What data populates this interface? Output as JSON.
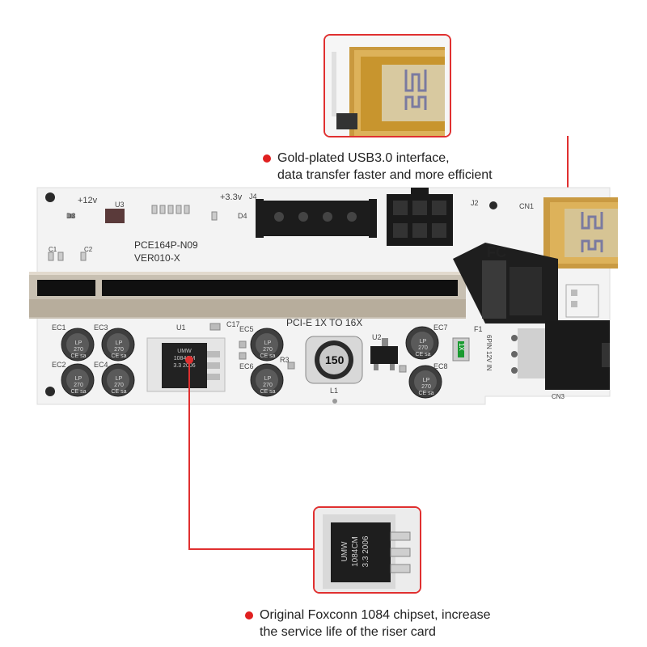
{
  "callouts": {
    "usb": {
      "line1": "Gold-plated USB3.0 interface,",
      "line2": "data transfer faster and more efficient"
    },
    "chip": {
      "line1": "Original Foxconn 1084 chipset, increase",
      "line2": "the service life of the riser card"
    }
  },
  "board": {
    "model": "PCE164P-N09",
    "version": "VER010-X",
    "pcie_label": "PCI-E 1X TO 16X",
    "v12": "+12v",
    "v33": "+3.3v",
    "d3": "D3",
    "u3": "U3",
    "d4": "D4",
    "j4": "J4",
    "j2": "J2",
    "cn1": "CN1",
    "cn3": "CN3",
    "c1": "C1",
    "c2": "C2",
    "u1": "U1",
    "u2": "U2",
    "c17": "C17",
    "l1": "L1",
    "r3": "R3",
    "f1": "F1",
    "ec1": "EC1",
    "ec2": "EC2",
    "ec3": "EC3",
    "ec4": "EC4",
    "ec5": "EC5",
    "ec6": "EC6",
    "ec7": "EC7",
    "ec8": "EC8",
    "inductor": "150",
    "pin6": "6PIN 12V IN",
    "fuse": "1X",
    "cap_text": "LP 270 CE sa"
  },
  "chip": {
    "brand": "UMW",
    "part": "1084CM",
    "spec": "3.3 2006"
  },
  "colors": {
    "accent_red": "#e03030",
    "gold": "#d4a84a",
    "board": "#f4f4f4"
  }
}
